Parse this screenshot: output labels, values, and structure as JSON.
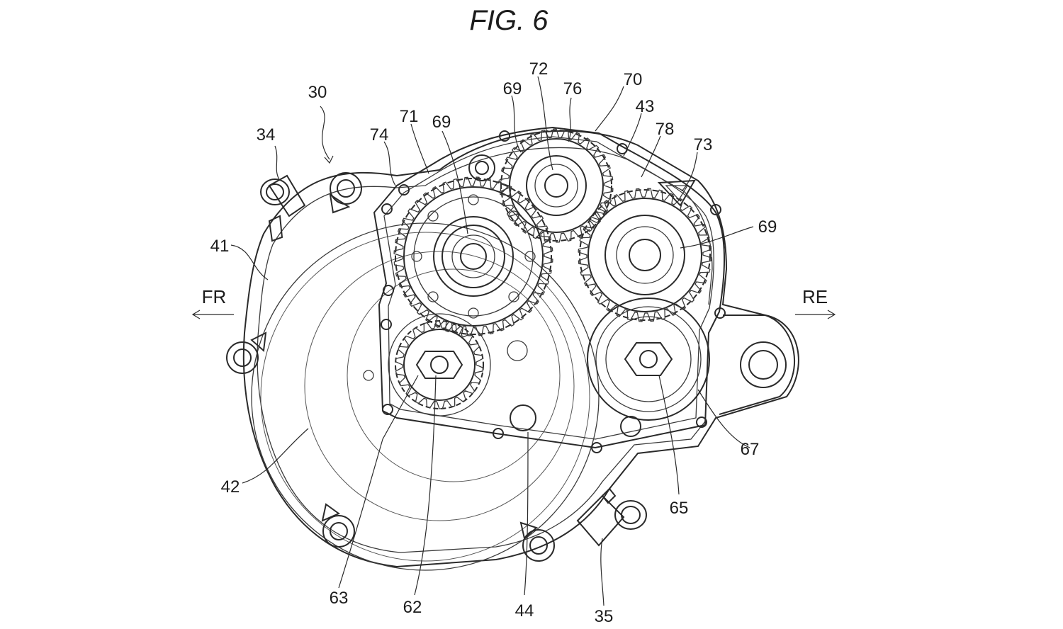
{
  "figure": {
    "title": "FIG. 6",
    "direction_front": "FR",
    "direction_rear": "RE",
    "labels": {
      "l30": "30",
      "l34": "34",
      "l41": "41",
      "l42": "42",
      "l74": "74",
      "l71": "71",
      "l69a": "69",
      "l69b": "69",
      "l72": "72",
      "l76": "76",
      "l70": "70",
      "l43": "43",
      "l78": "78",
      "l73": "73",
      "l69c": "69",
      "l67": "67",
      "l65": "65",
      "l63": "63",
      "l62": "62",
      "l44": "44",
      "l35": "35"
    }
  }
}
